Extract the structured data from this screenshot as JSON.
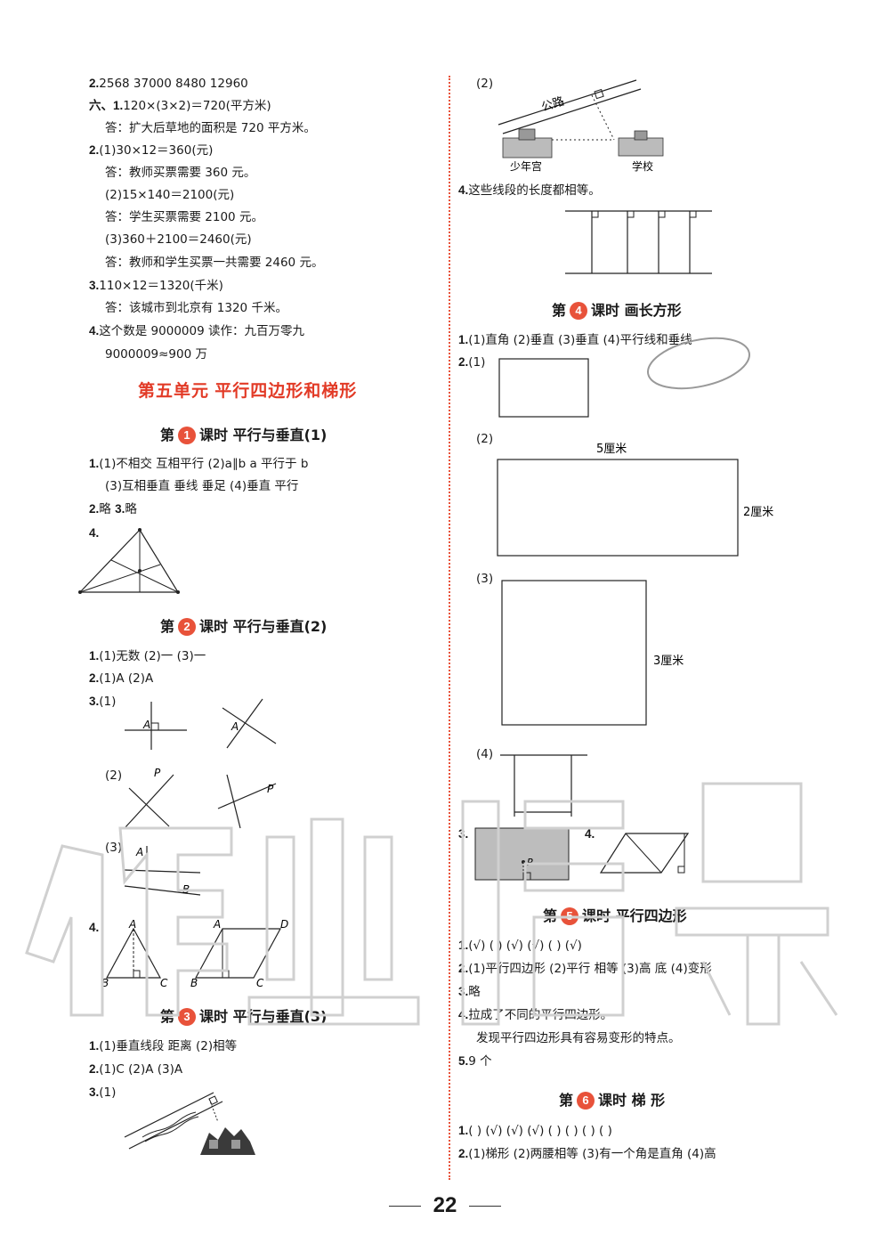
{
  "left": {
    "l1": {
      "num": "2.",
      "text": "2568   37000   8480   12960"
    },
    "l2": {
      "num": "六、1.",
      "text": "120×(3×2)＝720(平方米)"
    },
    "l3": "答：扩大后草地的面积是 720 平方米。",
    "l4": {
      "num": "2.",
      "text": "(1)30×12＝360(元)"
    },
    "l5": "答：教师买票需要 360 元。",
    "l6": "(2)15×140＝2100(元)",
    "l7": "答：学生买票需要 2100 元。",
    "l8": "(3)360＋2100＝2460(元)",
    "l9": "答：教师和学生买票一共需要 2460 元。",
    "l10": {
      "num": "3.",
      "text": "110×12＝1320(千米)"
    },
    "l11": "答：该城市到北京有 1320 千米。",
    "l12": {
      "num": "4.",
      "text": "这个数是 9000009   读作：九百万零九"
    },
    "l13": "9000009≈900 万",
    "unit_title": "第五单元   平行四边形和梯形",
    "lesson1": {
      "pre": "第",
      "n": "1",
      "post": "课时   平行与垂直(1)"
    },
    "s1a": {
      "num": "1.",
      "text": "(1)不相交   互相平行   (2)a∥b   a 平行于 b"
    },
    "s1b": "(3)互相垂直   垂线   垂足   (4)垂直   平行",
    "s1c": {
      "num": "2.",
      "text": "略  ",
      "num2": "3.",
      "text2": "略"
    },
    "s1d": {
      "num": "4."
    },
    "lesson2": {
      "pre": "第",
      "n": "2",
      "post": "课时   平行与垂直(2)"
    },
    "s2a": {
      "num": "1.",
      "text": "(1)无数   (2)一   (3)一"
    },
    "s2b": {
      "num": "2.",
      "text": "(1)A   (2)A"
    },
    "s2c": {
      "num": "3.",
      "text": "(1)"
    },
    "s2d": "(2)",
    "s2e": "(3)",
    "s2f": {
      "num": "4."
    },
    "lesson3": {
      "pre": "第",
      "n": "3",
      "post": "课时   平行与垂直(3)"
    },
    "s3a": {
      "num": "1.",
      "text": "(1)垂直线段   距离   (2)相等"
    },
    "s3b": {
      "num": "2.",
      "text": "(1)C   (2)A   (3)A"
    },
    "s3c": {
      "num": "3.",
      "text": "(1)"
    },
    "fig_labels": {
      "A": "A",
      "B": "B",
      "C": "C",
      "D": "D",
      "P": "P"
    }
  },
  "right": {
    "r1": "(2)",
    "road": "公路",
    "palace": "少年宫",
    "school": "学校",
    "r2": {
      "num": "4.",
      "text": "这些线段的长度都相等。"
    },
    "lesson4": {
      "pre": "第",
      "n": "4",
      "post": "课时   画长方形"
    },
    "r3": {
      "num": "1.",
      "text": "(1)直角   (2)垂直   (3)垂直   (4)平行线和垂线"
    },
    "r4": {
      "num": "2.",
      "text": "(1)"
    },
    "r5": "(2)",
    "len5": "5厘米",
    "len2": "2厘米",
    "r6": "(3)",
    "len3": "3厘米",
    "r7": "(4)",
    "r8": {
      "num": "3."
    },
    "r9": {
      "num": "4."
    },
    "point_p": "P",
    "lesson5": {
      "pre": "第",
      "n": "5",
      "post": "课时   平行四边形"
    },
    "r10": {
      "num": "1.",
      "text": "(√)   (   )   (√)   (√)   (   )   (√)"
    },
    "r11": {
      "num": "2.",
      "text": "(1)平行四边形   (2)平行   相等   (3)高   底   (4)变形"
    },
    "r12": {
      "num": "3.",
      "text": "略"
    },
    "r13": {
      "num": "4.",
      "text": "拉成了不同的平行四边形。"
    },
    "r14": "发现平行四边形具有容易变形的特点。",
    "r15": {
      "num": "5.",
      "text": "9 个"
    },
    "lesson6": {
      "pre": "第",
      "n": "6",
      "post": "课时   梯   形"
    },
    "r16": {
      "num": "1.",
      "text": "(   )   (√)   (√)   (√)   (   )   (   )   (   )   (   )"
    },
    "r17": {
      "num": "2.",
      "text": "(1)梯形   (2)两腰相等   (3)有一个角是直角   (4)高"
    }
  },
  "page_number": "22",
  "colors": {
    "accent": "#e23a26",
    "badge": "#e8523a"
  }
}
